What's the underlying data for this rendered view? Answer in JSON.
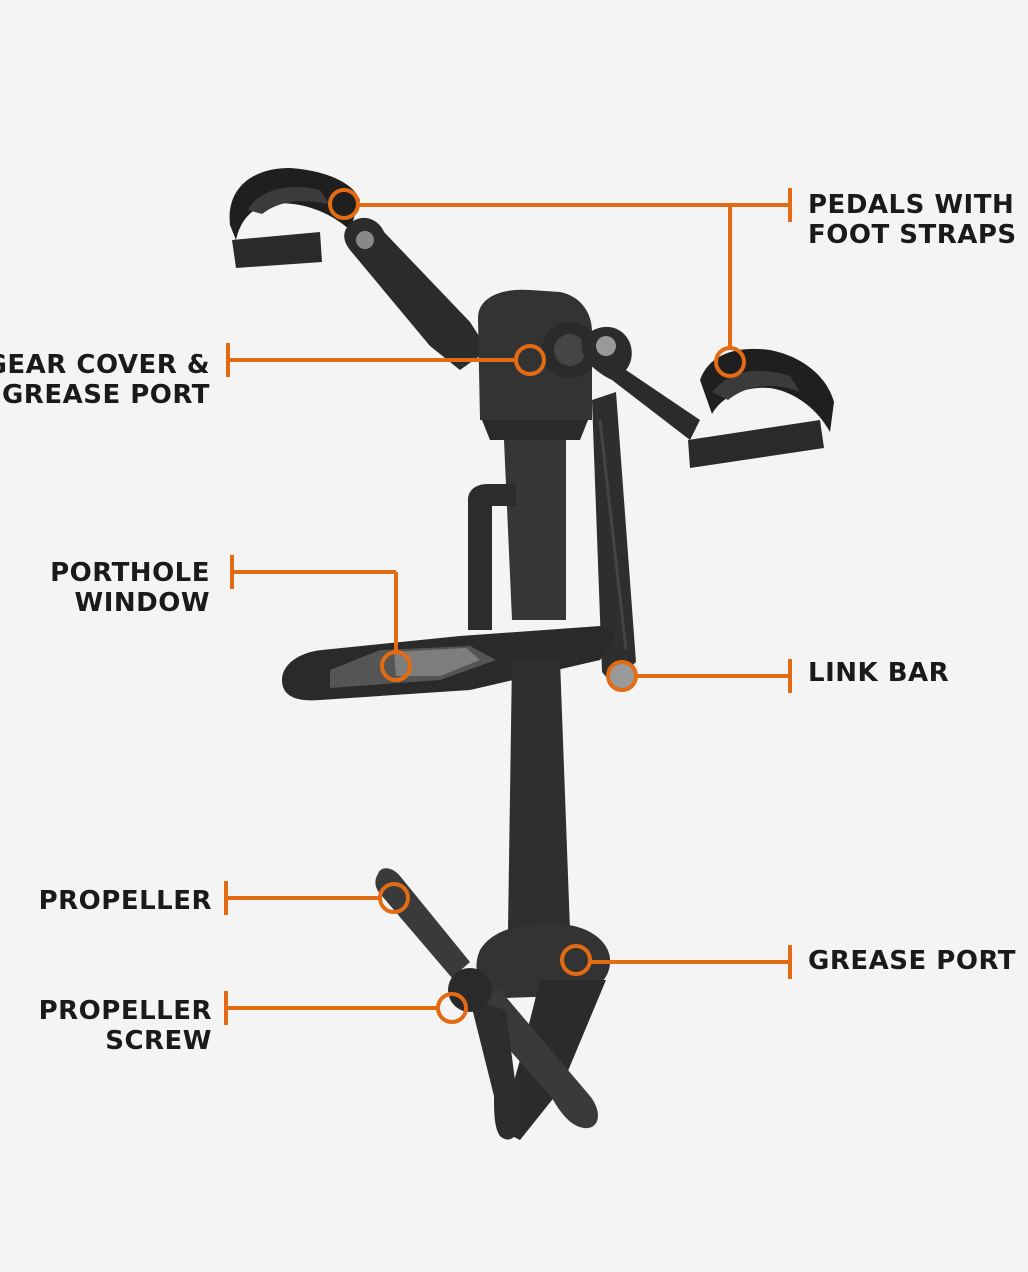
{
  "colors": {
    "background": "#f4f4f4",
    "accent": "#e26b14",
    "product_dark": "#2a2a2a",
    "product_mid": "#3b3b3b",
    "product_light": "#555555"
  },
  "labels": {
    "pedals": [
      "PEDALS WITH",
      "FOOT STRAPS"
    ],
    "gear_cover": [
      "GEAR COVER &",
      "GREASE PORT"
    ],
    "porthole": [
      "PORTHOLE",
      "WINDOW"
    ],
    "link_bar": [
      "LINK BAR"
    ],
    "propeller": [
      "PROPELLER"
    ],
    "grease_port": [
      "GREASE PORT"
    ],
    "propeller_screw": [
      "PROPELLER",
      "SCREW"
    ]
  }
}
